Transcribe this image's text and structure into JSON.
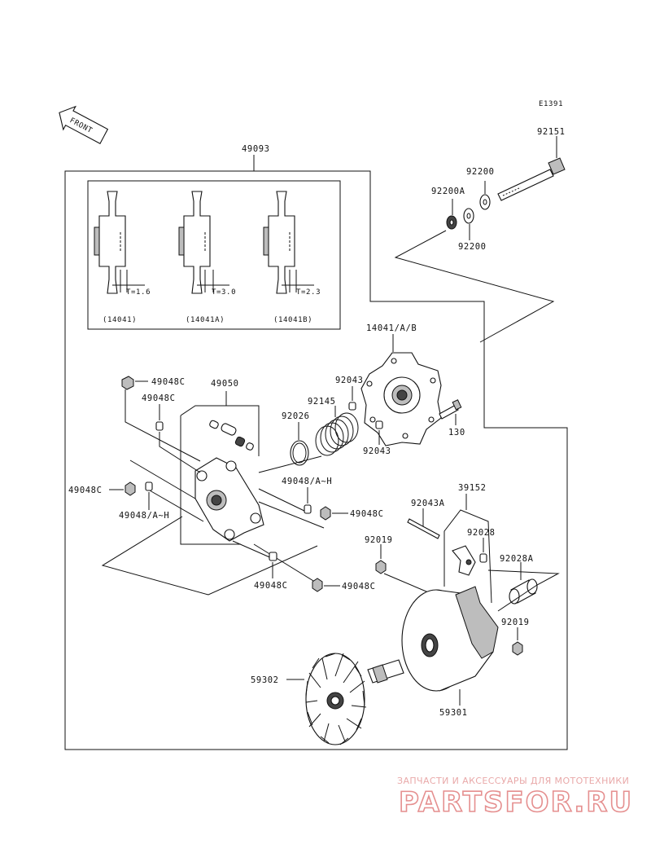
{
  "diagram_code": "E1391",
  "front_label": "FRONT",
  "labels": {
    "p49093": "49093",
    "p92151": "92151",
    "p92200_top": "92200",
    "p92200a": "92200A",
    "p92200_bot": "92200",
    "p14041ab": "14041/A/B",
    "p92043_top": "92043",
    "p92043_bot": "92043",
    "p130": "130",
    "p92145": "92145",
    "p92026": "92026",
    "p49050": "49050",
    "p49048c_1": "49048C",
    "p49048c_2": "49048C",
    "p49048c_3": "49048C",
    "p49048c_4": "49048C",
    "p49048c_5": "49048C",
    "p49048c_6": "49048C",
    "p49048ah_1": "49048/A~H",
    "p49048ah_2": "49048/A~H",
    "p39152": "39152",
    "p92043a": "92043A",
    "p92028": "92028",
    "p92028a": "92028A",
    "p92019_1": "92019",
    "p92019_2": "92019",
    "p59302": "59302",
    "p59301": "59301"
  },
  "inset": {
    "t1": "T=1.6",
    "t2": "T=3.0",
    "t3": "T=2.3",
    "v1": "(14041)",
    "v2": "(14041A)",
    "v3": "(14041B)"
  },
  "watermark": {
    "tagline": "ЗАПЧАСТИ И АКСЕССУАРЫ ДЛЯ МОТОТЕХНИКИ",
    "brand": "PARTSFOR.RU"
  }
}
